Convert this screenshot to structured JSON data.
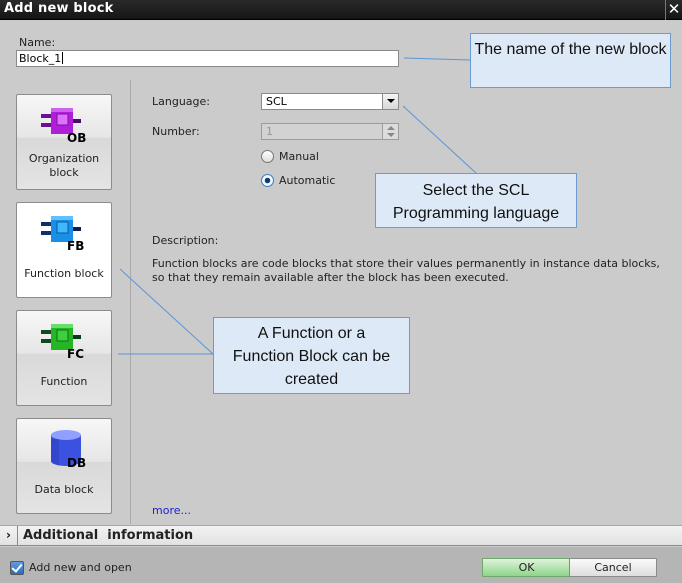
{
  "window": {
    "title": "Add new block",
    "close_glyph": "✕"
  },
  "name_field": {
    "label": "Name:",
    "value": "Block_1"
  },
  "block_types": [
    {
      "id": "ob",
      "label_line1": "Organization",
      "label_line2": "block",
      "badge": "OB",
      "color": "#b01fd8",
      "selected": false
    },
    {
      "id": "fb",
      "label_line1": "Function block",
      "label_line2": "",
      "badge": "FB",
      "color": "#1a8fe8",
      "selected": true
    },
    {
      "id": "fc",
      "label_line1": "Function",
      "label_line2": "",
      "badge": "FC",
      "color": "#26b526",
      "selected": false
    },
    {
      "id": "db",
      "label_line1": "Data block",
      "label_line2": "",
      "badge": "DB",
      "color": "#3b52e0",
      "selected": false
    }
  ],
  "language": {
    "label": "Language:",
    "value": "SCL"
  },
  "number": {
    "label": "Number:",
    "value": "1"
  },
  "numbering": {
    "manual_label": "Manual",
    "automatic_label": "Automatic",
    "selected": "Automatic"
  },
  "description": {
    "label": "Description:",
    "text": "Function blocks are code blocks that store their values permanently in instance data blocks, so that they remain available after the block has been executed."
  },
  "more_link": "more...",
  "additional_info": {
    "label": "Additional  information",
    "chevron": "›"
  },
  "footer": {
    "checkbox_label": "Add new and open",
    "checkbox_checked": true,
    "ok_label": "OK",
    "cancel_label": "Cancel"
  },
  "callouts": {
    "name": "The name of the new block",
    "language": "Select the SCL Programming language",
    "blocks": "A Function or a Function Block can be created"
  },
  "colors": {
    "callout_fill": "#dde9f6",
    "callout_border": "#6a9bd1",
    "arrow": "#5b95d6",
    "ok_green": "#8fd58a"
  }
}
